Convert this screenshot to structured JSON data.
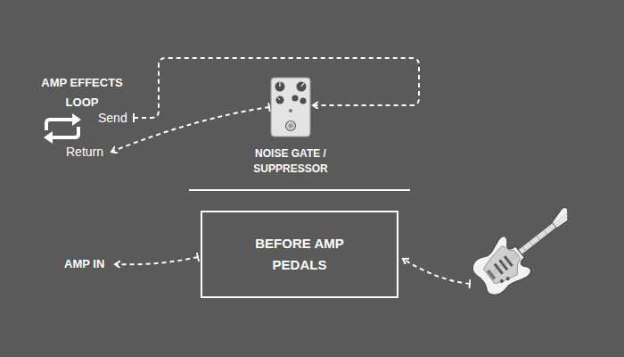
{
  "diagram": {
    "nodes": [
      {
        "text": [
          "Send"
        ]
      },
      {
        "text": [
          "Return"
        ]
      },
      {
        "text": [
          "NOISE GATE / SUPPRESSOR"
        ]
      },
      {
        "text": [
          "BEFORE AMP PEDALS"
        ]
      },
      {
        "text": [
          "AMP IN"
        ]
      }
    ],
    "edges": [
      {
        "from": 0,
        "to": 2,
        "arrow": "to"
      },
      {
        "from": 2,
        "to": 1,
        "arrow": "to"
      },
      {
        "from": 3,
        "to": 4,
        "arrow": "to"
      }
    ],
    "labels": [
      "AMP EFFECTS LOOP"
    ]
  }
}
